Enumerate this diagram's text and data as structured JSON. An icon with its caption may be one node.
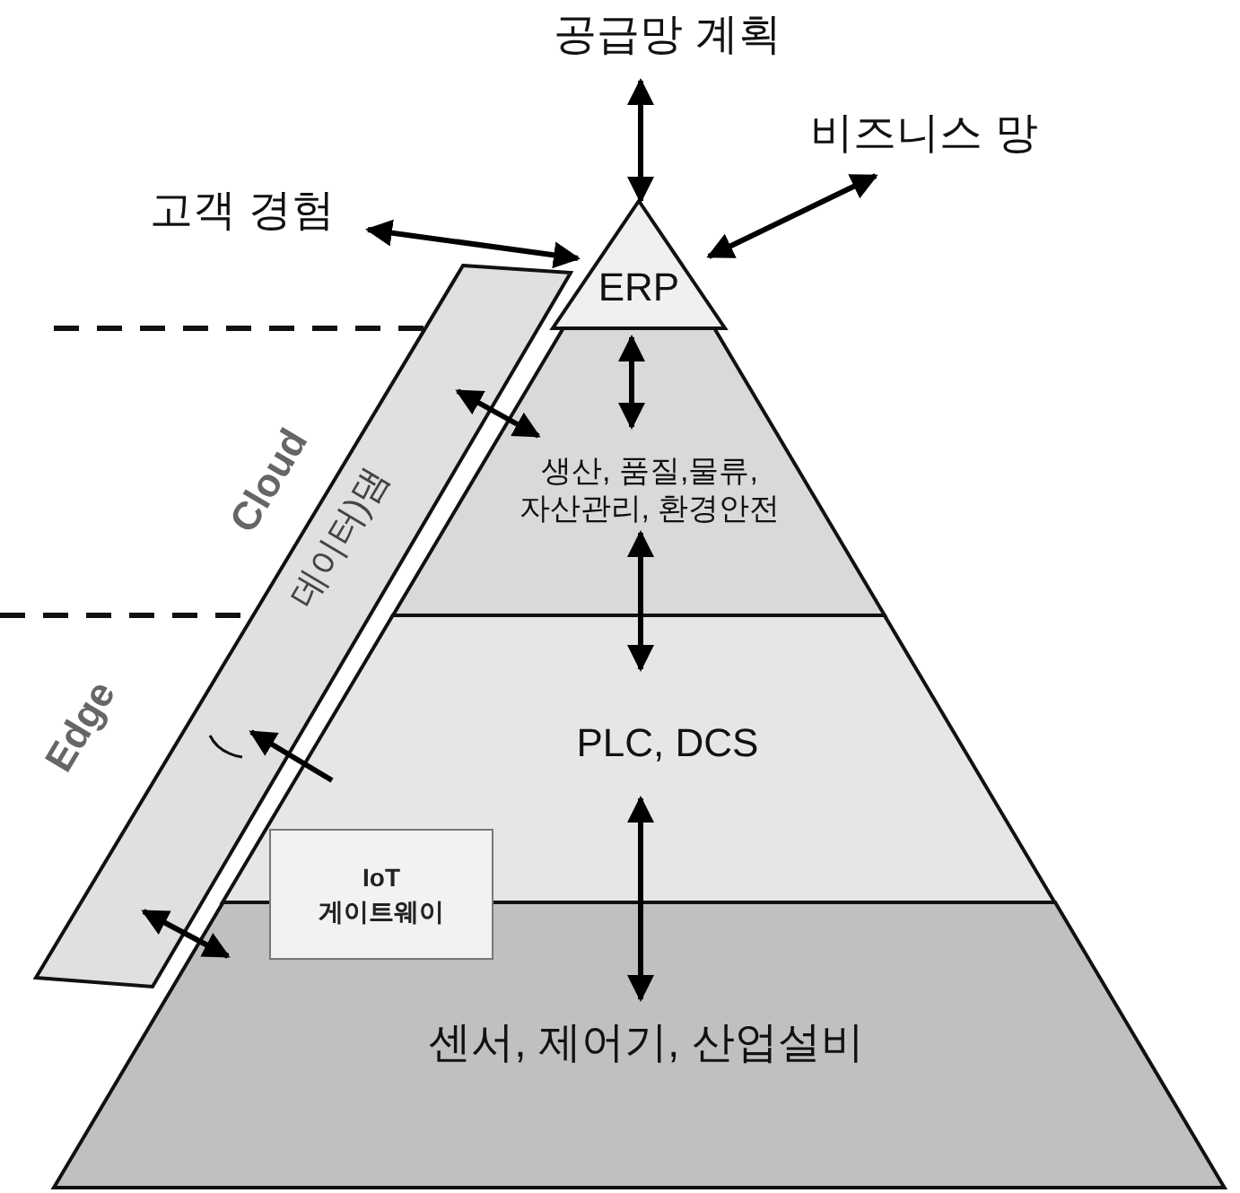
{
  "diagram": {
    "nodes": [
      {
        "text": [
          "공급망 계획"
        ]
      },
      {
        "text": [
          "비즈니스 망"
        ]
      },
      {
        "text": [
          "고객 경험"
        ]
      },
      {
        "text": [
          "ERP"
        ]
      },
      {
        "text": [
          "생산, 품질,물류, 자산관리, 환경안전"
        ]
      },
      {
        "text": [
          "PLC, DCS"
        ]
      },
      {
        "text": [
          "센서, 제어기, 산업설비"
        ]
      },
      {
        "text": [
          "데이터)댐"
        ]
      },
      {
        "text": [
          "IoT 게이트웨이"
        ]
      }
    ],
    "edges": [
      {
        "from": 0,
        "to": 3,
        "arrow": "both"
      },
      {
        "from": 1,
        "to": 3,
        "arrow": "both"
      },
      {
        "from": 2,
        "to": 3,
        "arrow": "both"
      },
      {
        "from": 3,
        "to": 4,
        "arrow": "both"
      },
      {
        "from": 4,
        "to": 5,
        "arrow": "both"
      },
      {
        "from": 5,
        "to": 6,
        "arrow": "both"
      },
      {
        "from": 7,
        "to": 4,
        "arrow": "both"
      },
      {
        "from": 5,
        "to": 7,
        "arrow": "to"
      },
      {
        "from": 7,
        "to": 6,
        "arrow": "both"
      }
    ],
    "labels": [
      "Cloud",
      "Edge"
    ]
  }
}
